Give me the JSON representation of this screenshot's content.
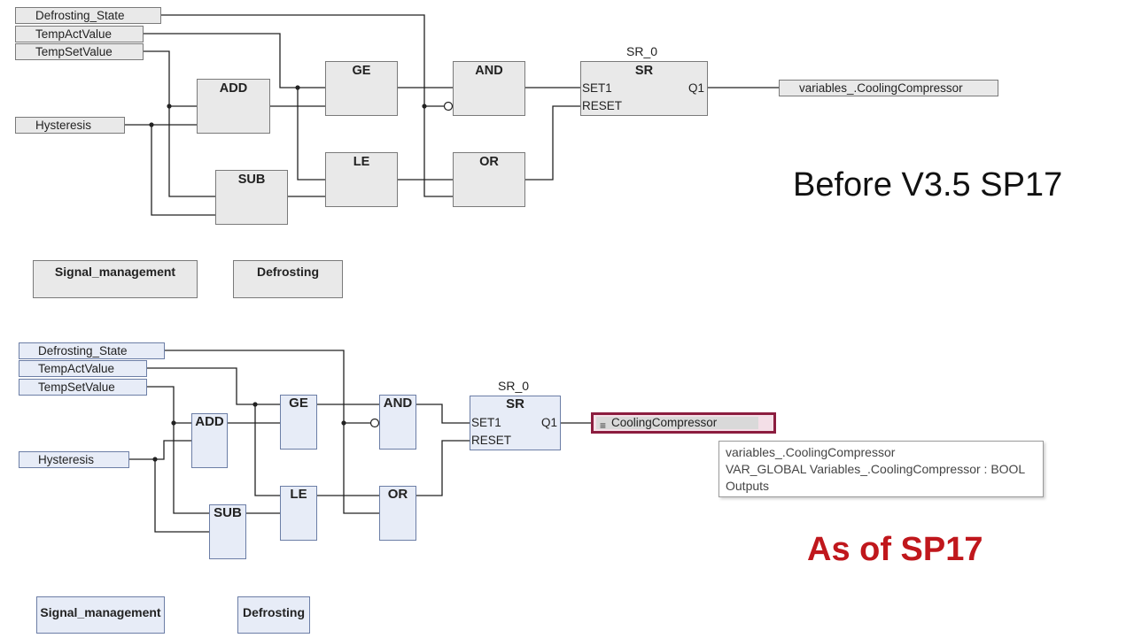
{
  "before": {
    "heading": "Before V3.5 SP17",
    "vars": {
      "defrost": "Defrosting_State",
      "tact": "TempActValue",
      "tset": "TempSetValue",
      "hyst": "Hysteresis",
      "out": "variables_.CoolingCompressor"
    },
    "blocks": {
      "add": "ADD",
      "sub": "SUB",
      "ge": "GE",
      "le": "LE",
      "and": "AND",
      "or": "OR",
      "sr": "SR"
    },
    "sr_instance": "SR_0",
    "sr_pins": {
      "set": "SET1",
      "reset": "RESET",
      "q": "Q1"
    },
    "modules": {
      "signal": "Signal_management",
      "defrost": "Defrosting"
    }
  },
  "after": {
    "heading": "As of SP17",
    "vars": {
      "defrost": "Defrosting_State",
      "tact": "TempActValue",
      "tset": "TempSetValue",
      "hyst": "Hysteresis",
      "out": "CoolingCompressor"
    },
    "blocks": {
      "add": "ADD",
      "sub": "SUB",
      "ge": "GE",
      "le": "LE",
      "and": "AND",
      "or": "OR",
      "sr": "SR"
    },
    "sr_instance": "SR_0",
    "sr_pins": {
      "set": "SET1",
      "reset": "RESET",
      "q": "Q1"
    },
    "modules": {
      "signal": "Signal_management",
      "defrost": "Defrosting"
    },
    "out_icon": "list-icon",
    "tooltip": {
      "line1": "variables_.CoolingCompressor",
      "line2": "VAR_GLOBAL Variables_.CoolingCompressor : BOOL",
      "line3": "Outputs"
    }
  },
  "colors": {
    "accent_red": "#c0171c",
    "selection_border": "#8c1d3f",
    "block_blue": "#e7ecf7"
  }
}
